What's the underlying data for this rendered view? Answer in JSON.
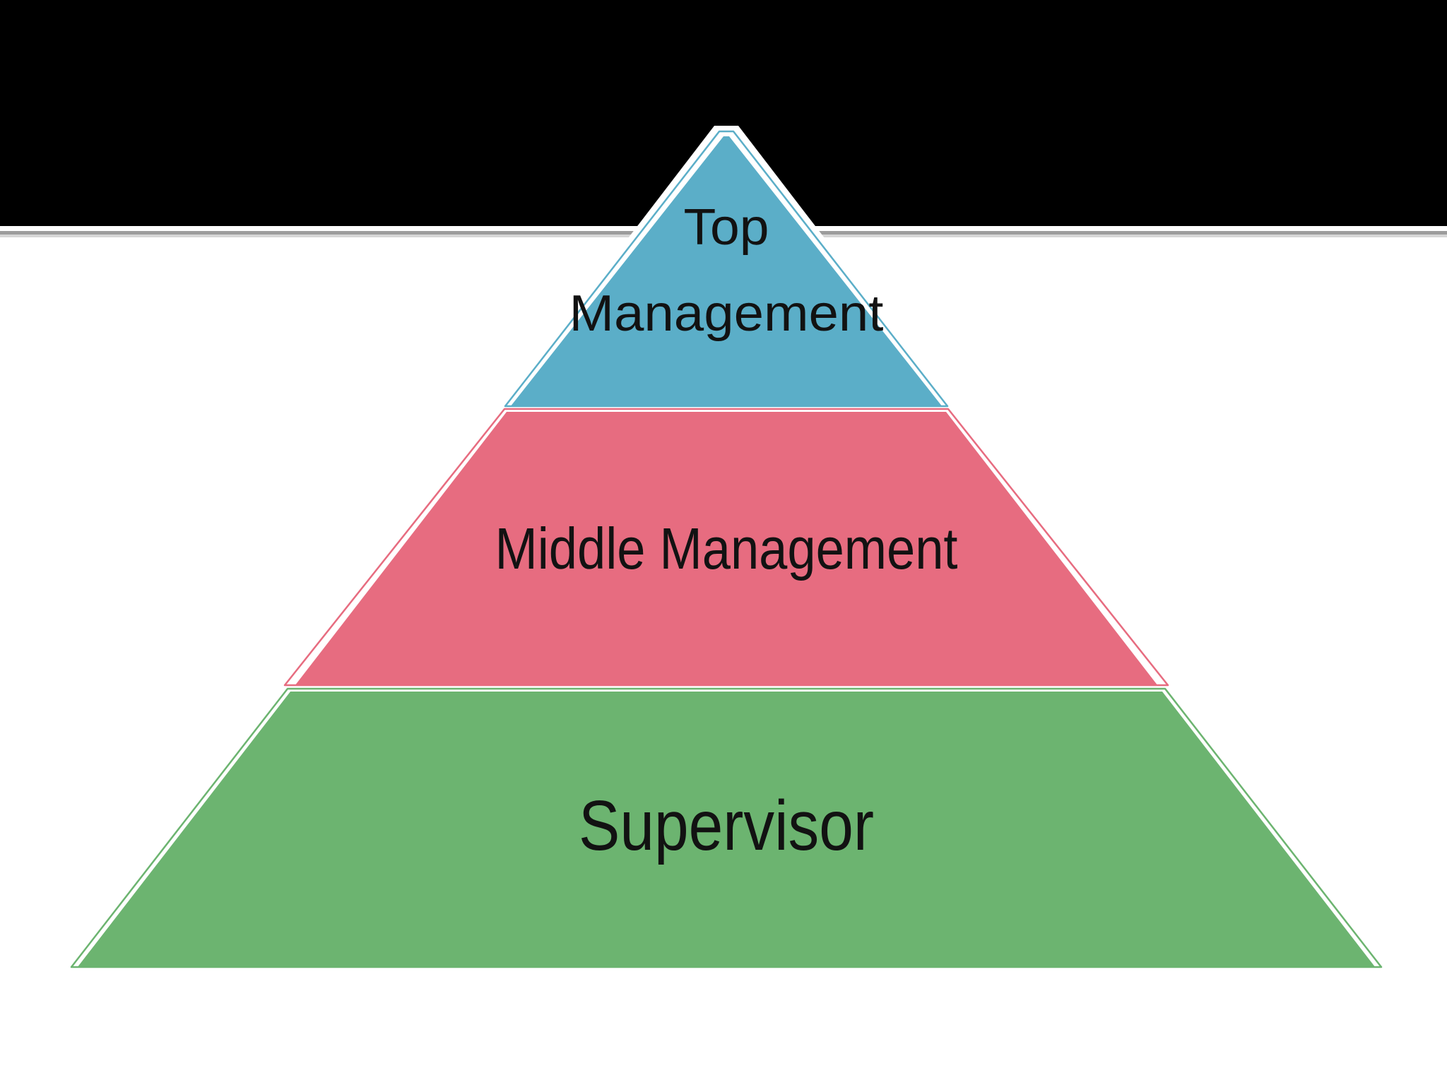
{
  "slide": {
    "header": {
      "title_text": "",
      "bar_color": "#000000",
      "divider_dark_color": "#9c9c9c",
      "divider_light_color": "#d6d6d6"
    },
    "background_color": "#ffffff",
    "text_color": "#121212"
  },
  "pyramid": {
    "type": "pyramid-hierarchy",
    "levels": [
      {
        "name": "top-management",
        "line1": "Top",
        "line2": "Management",
        "label": "Top Management",
        "fill": "#5baec8"
      },
      {
        "name": "middle-management",
        "label": "Middle Management",
        "fill": "#e76c80"
      },
      {
        "name": "supervisor",
        "label": "Supervisor",
        "fill": "#6cb470"
      }
    ]
  }
}
